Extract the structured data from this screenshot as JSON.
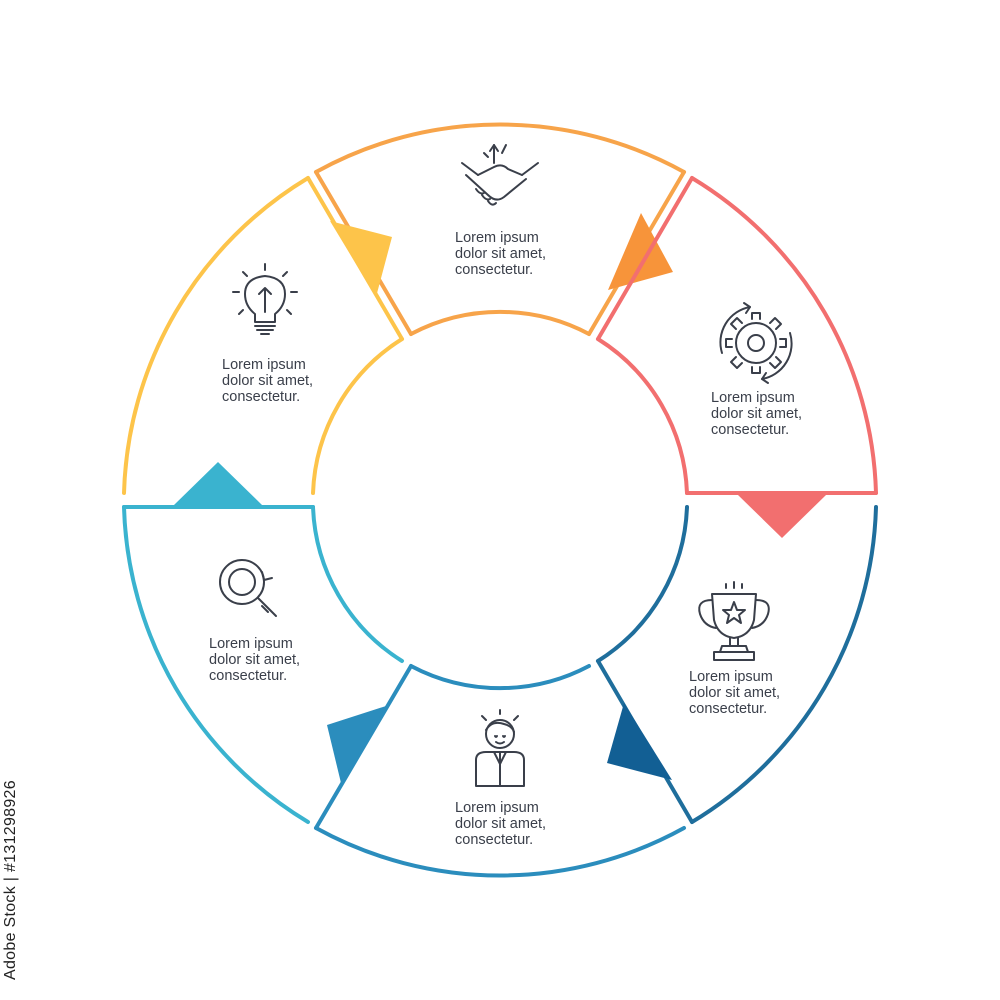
{
  "segments": [
    {
      "id": "top",
      "color": "#F7A44A",
      "icon": "handshake-icon",
      "lines": [
        "Lorem ipsum",
        "dolor sit amet,",
        "consectetur."
      ]
    },
    {
      "id": "upper-right",
      "color": "#F26F6F",
      "icon": "gear-icon",
      "lines": [
        "Lorem ipsum",
        "dolor sit amet,",
        "consectetur."
      ]
    },
    {
      "id": "lower-right",
      "color": "#1F6E9C",
      "icon": "trophy-icon",
      "lines": [
        "Lorem ipsum",
        "dolor sit amet,",
        "consectetur."
      ]
    },
    {
      "id": "bottom",
      "color": "#2B8DBD",
      "icon": "person-icon",
      "lines": [
        "Lorem ipsum",
        "dolor sit amet,",
        "consectetur."
      ]
    },
    {
      "id": "lower-left",
      "color": "#3AB3CF",
      "icon": "magnifier-icon",
      "lines": [
        "Lorem ipsum",
        "dolor sit amet,",
        "consectetur."
      ]
    },
    {
      "id": "upper-left",
      "color": "#FDC44A",
      "icon": "lightbulb-icon",
      "lines": [
        "Lorem ipsum",
        "dolor sit amet,",
        "consectetur."
      ]
    }
  ],
  "colors": {
    "orange": "#F7A44A",
    "red": "#F26F6F",
    "navy": "#1F6E9C",
    "blue": "#2B8DBD",
    "cyan": "#3AB3CF",
    "yellow": "#FDC44A",
    "icon_stroke": "#3a3f4a"
  },
  "stock_id": "Adobe Stock | #131298926"
}
